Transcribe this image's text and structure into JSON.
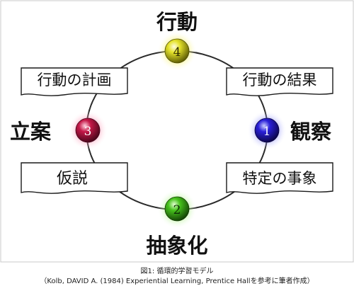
{
  "stages": {
    "top": {
      "title": "行動",
      "number": "4",
      "color": "#d6d414"
    },
    "right": {
      "title": "観察",
      "number": "1",
      "color": "#2a1cc8"
    },
    "bottom": {
      "title": "抽象化",
      "number": "2",
      "color": "#46c21c"
    },
    "left": {
      "title": "立案",
      "number": "3",
      "color": "#c41848"
    }
  },
  "boxes": {
    "top_left": "行動の計画",
    "top_right": "行動の結果",
    "bottom_left": "仮説",
    "bottom_right": "特定の事象"
  },
  "caption": {
    "line1": "図1: 循環的学習モデル",
    "line2": "（Kolb, DAVID A. (1984) Experiential Learning, Prentice Hallを参考に筆者作成）"
  }
}
